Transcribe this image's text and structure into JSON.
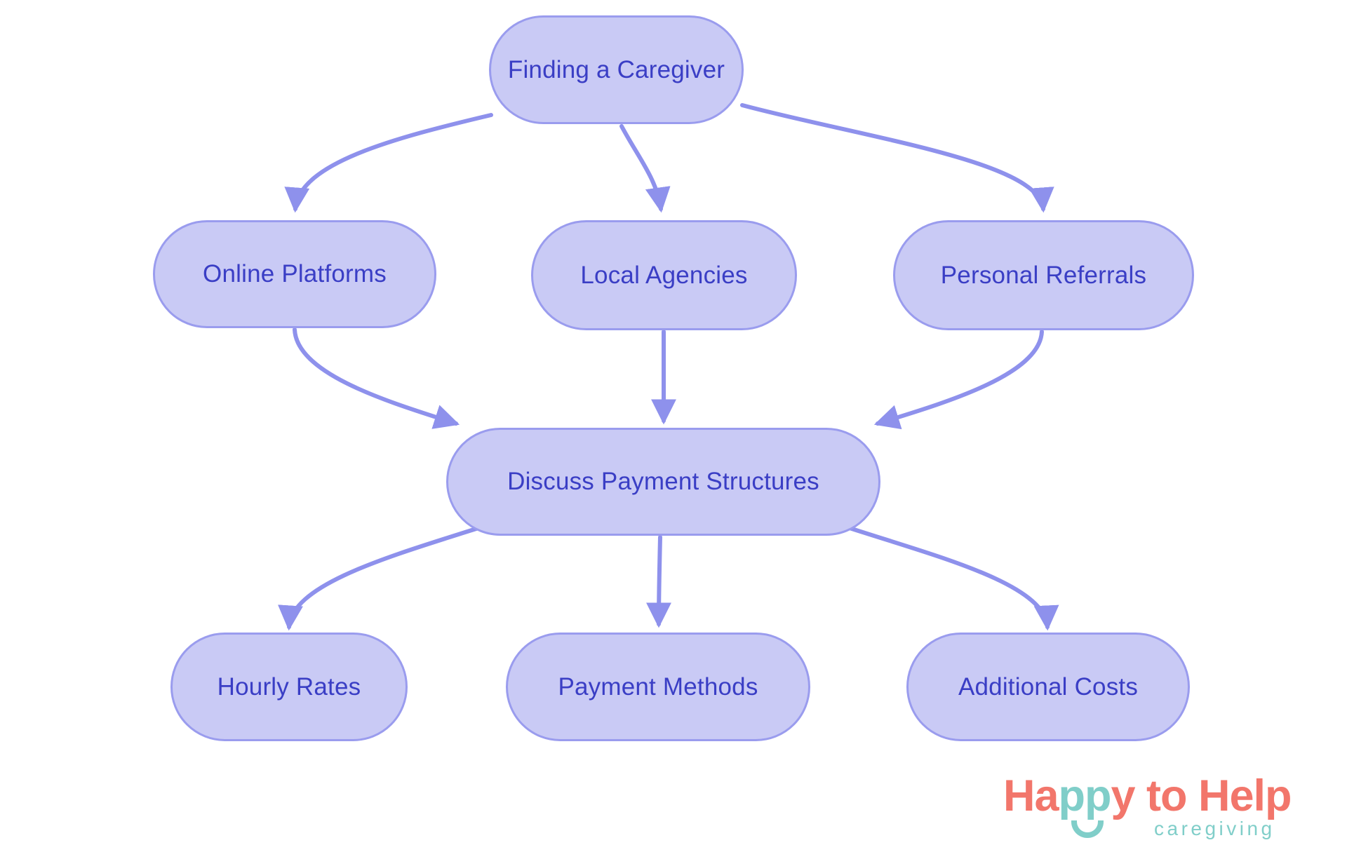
{
  "diagram": {
    "type": "flowchart",
    "nodes": [
      {
        "id": "finding-a-caregiver",
        "label": "Finding a Caregiver"
      },
      {
        "id": "online-platforms",
        "label": "Online Platforms"
      },
      {
        "id": "local-agencies",
        "label": "Local Agencies"
      },
      {
        "id": "personal-referrals",
        "label": "Personal Referrals"
      },
      {
        "id": "discuss-payment-structures",
        "label": "Discuss Payment Structures"
      },
      {
        "id": "hourly-rates",
        "label": "Hourly Rates"
      },
      {
        "id": "payment-methods",
        "label": "Payment Methods"
      },
      {
        "id": "additional-costs",
        "label": "Additional Costs"
      }
    ],
    "edges": [
      {
        "from": "finding-a-caregiver",
        "to": "online-platforms"
      },
      {
        "from": "finding-a-caregiver",
        "to": "local-agencies"
      },
      {
        "from": "finding-a-caregiver",
        "to": "personal-referrals"
      },
      {
        "from": "online-platforms",
        "to": "discuss-payment-structures"
      },
      {
        "from": "local-agencies",
        "to": "discuss-payment-structures"
      },
      {
        "from": "personal-referrals",
        "to": "discuss-payment-structures"
      },
      {
        "from": "discuss-payment-structures",
        "to": "hourly-rates"
      },
      {
        "from": "discuss-payment-structures",
        "to": "payment-methods"
      },
      {
        "from": "discuss-payment-structures",
        "to": "additional-costs"
      }
    ]
  },
  "logo": {
    "parts": [
      {
        "text": "Ha",
        "color": "coral"
      },
      {
        "text": "pp",
        "color": "teal"
      },
      {
        "text": "y to Help",
        "color": "coral"
      }
    ],
    "subtitle": "caregiving",
    "smile_icon": "smile-icon"
  },
  "colors": {
    "node-fill": "#c9caf5",
    "node-border": "#9a9cee",
    "node-text": "#3a3ec5",
    "edge": "#8e91ec",
    "logo-coral": "#f2766b",
    "logo-teal": "#80cec9",
    "background": "#ffffff"
  }
}
